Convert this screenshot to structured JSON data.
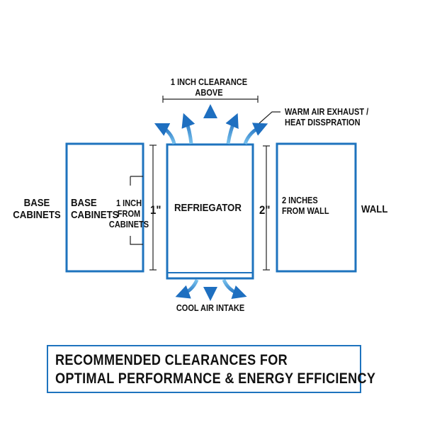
{
  "labels": {
    "clearance_above": [
      "1 INCH CLEARANCE",
      "ABOVE"
    ],
    "warm_air": [
      "WARM AIR EXHAUST /",
      "HEAT DISSPRATION"
    ],
    "base_cabinets_outer": [
      "BASE",
      "CABINETS"
    ],
    "base_cabinets_inner": [
      "BASE",
      "CABINETS"
    ],
    "from_cabinets": [
      "1 INCH",
      "FROM",
      "CABINETS"
    ],
    "dim_left": "1\"",
    "refrigerator": "REFRIEGATOR",
    "dim_right": "2\"",
    "from_wall": [
      "2 INCHES",
      "FROM WALL"
    ],
    "wall": "WALL",
    "cool_air": "COOL AIR INTAKE"
  },
  "title": {
    "line1": "RECOMMENDED CLEARANCES FOR",
    "line2": "OPTIMAL PERFORMANCE & ENERGY EFFICIENCY"
  },
  "colors": {
    "outline": "#1e73be",
    "arrow_dark": "#1e6fc0",
    "arrow_light": "#7cc4ee",
    "text": "#111111"
  }
}
